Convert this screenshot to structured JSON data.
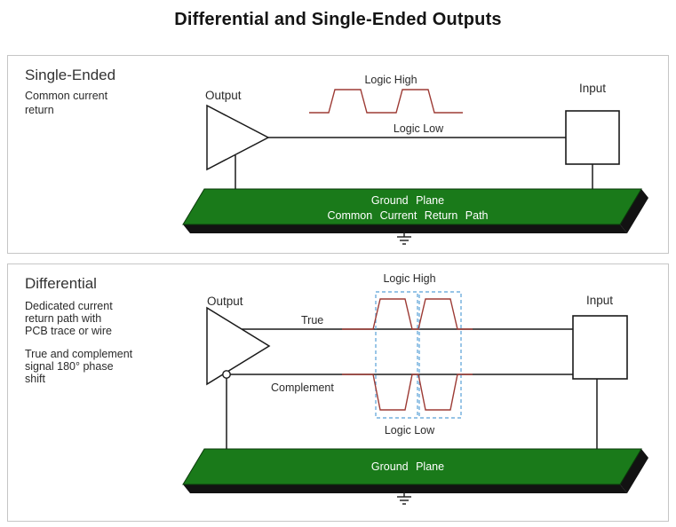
{
  "title": "Differential and Single-Ended Outputs",
  "colors": {
    "plane_green": "#1a7a1a",
    "plane_edge": "#121212",
    "wave_red": "#9d3b35",
    "dashed_blue": "#58a0d7"
  },
  "single_ended": {
    "heading": "Single-Ended",
    "subtext_line1": "Common current",
    "subtext_line2": "return",
    "output_label": "Output",
    "input_label": "Input",
    "logic_high": "Logic High",
    "logic_low": "Logic Low",
    "plane_line1": "Ground  Plane",
    "plane_line2": "Common  Current  Return  Path"
  },
  "differential": {
    "heading": "Differential",
    "desc1_line1": "Dedicated current",
    "desc1_line2": "return path with",
    "desc1_line3": "PCB trace or wire",
    "desc2_line1": "True and complement",
    "desc2_line2": "signal 180° phase",
    "desc2_line3": "shift",
    "output_label": "Output",
    "true_label": "True",
    "complement_label": "Complement",
    "input_label": "Input",
    "logic_high": "Logic High",
    "logic_low": "Logic Low",
    "plane_line1": "Ground  Plane"
  }
}
